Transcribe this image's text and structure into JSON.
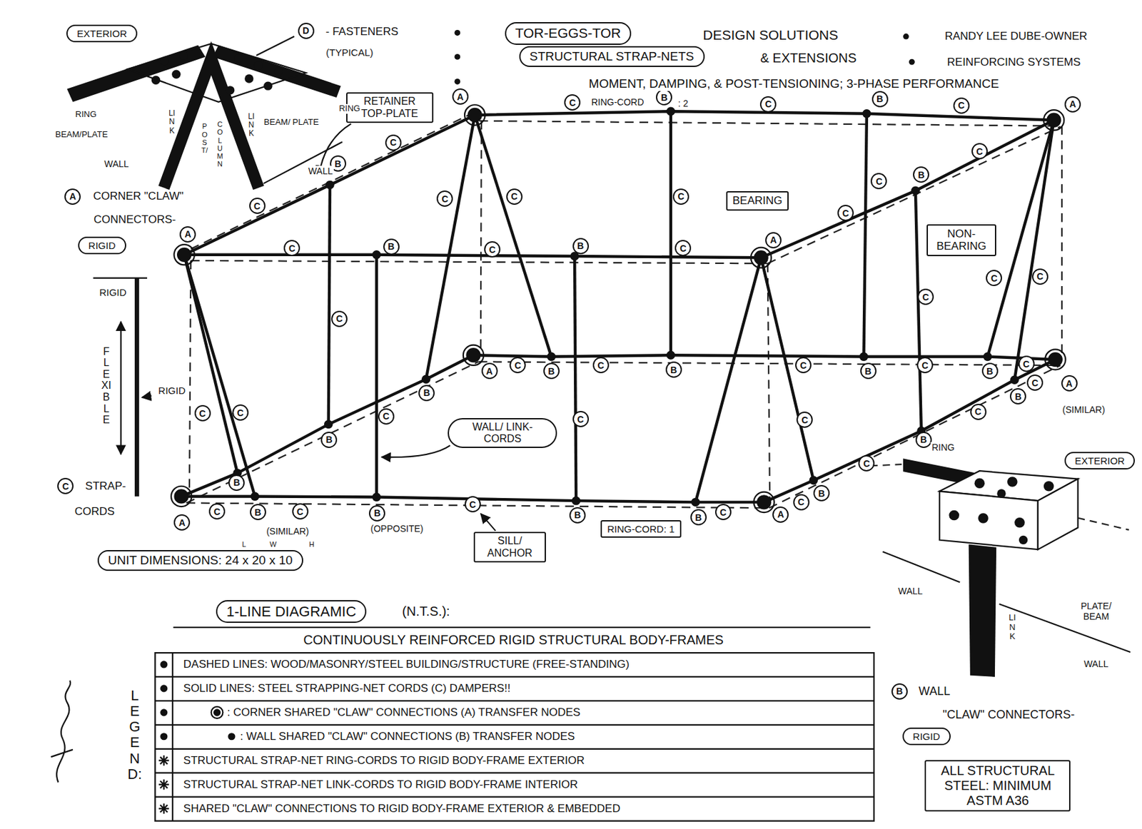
{
  "diagram": {
    "nodes": [
      {
        "text": [
          "EXTERIOR"
        ]
      },
      {
        "text": [
          "D"
        ]
      },
      {
        "text": [
          "TOR-EGGS-TOR"
        ]
      },
      {
        "text": [
          "STRUCTURAL STRAP-NETS"
        ]
      },
      {
        "text": [
          "A"
        ]
      },
      {
        "text": [
          "C"
        ]
      },
      {
        "text": [
          "B"
        ]
      },
      {
        "text": [
          "C"
        ]
      },
      {
        "text": [
          "B"
        ]
      },
      {
        "text": [
          "C"
        ]
      },
      {
        "text": [
          "A"
        ]
      },
      {
        "text": [
          "RETAINER TOP-PLATE"
        ]
      },
      {
        "text": [
          "C"
        ]
      },
      {
        "text": [
          "B"
        ]
      },
      {
        "text": [
          "C"
        ]
      },
      {
        "text": [
          "B"
        ]
      },
      {
        "text": [
          "C"
        ]
      },
      {
        "text": [
          "A"
        ]
      },
      {
        "text": [
          "C"
        ]
      },
      {
        "text": [
          "C"
        ]
      },
      {
        "text": [
          "C"
        ]
      },
      {
        "text": [
          "BEARING"
        ]
      },
      {
        "text": [
          "C"
        ]
      },
      {
        "text": [
          "C"
        ]
      },
      {
        "text": [
          "A"
        ]
      },
      {
        "text": [
          "NON- BEARING"
        ]
      },
      {
        "text": [
          "RIGID"
        ]
      },
      {
        "text": [
          "B"
        ]
      },
      {
        "text": [
          "B"
        ]
      },
      {
        "text": [
          "C"
        ]
      },
      {
        "text": [
          "C"
        ]
      },
      {
        "text": [
          "C"
        ]
      },
      {
        "text": [
          "A"
        ]
      },
      {
        "text": [
          "C"
        ]
      },
      {
        "text": [
          "C"
        ]
      },
      {
        "text": [
          "C"
        ]
      },
      {
        "text": [
          "C"
        ]
      },
      {
        "text": [
          "C"
        ]
      },
      {
        "text": [
          "C"
        ]
      },
      {
        "text": [
          "C"
        ]
      },
      {
        "text": [
          "C"
        ]
      },
      {
        "text": [
          "C"
        ]
      },
      {
        "text": [
          "A"
        ]
      },
      {
        "text": [
          "B"
        ]
      },
      {
        "text": [
          "B"
        ]
      },
      {
        "text": [
          "B"
        ]
      },
      {
        "text": [
          "B"
        ]
      },
      {
        "text": [
          "C"
        ]
      },
      {
        "text": [
          "A"
        ]
      },
      {
        "text": [
          "C"
        ]
      },
      {
        "text": [
          "B"
        ]
      },
      {
        "text": [
          "C"
        ]
      },
      {
        "text": [
          "C"
        ]
      },
      {
        "text": [
          "C"
        ]
      },
      {
        "text": [
          "C"
        ]
      },
      {
        "text": [
          "C"
        ]
      },
      {
        "text": [
          "B"
        ]
      },
      {
        "text": [
          "WALL/ LINK-CORDS"
        ]
      },
      {
        "text": [
          "B"
        ]
      },
      {
        "text": [
          "B"
        ]
      },
      {
        "text": [
          "C"
        ]
      },
      {
        "text": [
          "C"
        ]
      },
      {
        "text": [
          "B"
        ]
      },
      {
        "text": [
          "B"
        ]
      },
      {
        "text": [
          "C"
        ]
      },
      {
        "text": [
          "C"
        ]
      },
      {
        "text": [
          "C"
        ]
      },
      {
        "text": [
          "C"
        ]
      },
      {
        "text": [
          "C"
        ]
      },
      {
        "text": [
          "B"
        ]
      },
      {
        "text": [
          "B"
        ]
      },
      {
        "text": [
          "B"
        ]
      },
      {
        "text": [
          "B"
        ]
      },
      {
        "text": [
          "A"
        ]
      },
      {
        "text": [
          "A"
        ]
      },
      {
        "text": [
          "RING-CORD: 1"
        ]
      },
      {
        "text": [
          "SILL/ ANCHOR"
        ]
      },
      {
        "text": [
          "UNIT DIMENSIONS: 24 x 20 x 10"
        ]
      },
      {
        "text": [
          "EXTERIOR"
        ]
      },
      {
        "text": [
          "1-LINE DIAGRAMIC"
        ]
      },
      {
        "text": [
          "B"
        ]
      },
      {
        "text": [
          "RIGID"
        ]
      },
      {
        "text": [
          "ALL STRUCTURAL STEEL: MINIMUM ASTM A36"
        ]
      }
    ],
    "edges": [
      {
        "from": 76,
        "to": 65,
        "arrow": "to"
      }
    ],
    "labels": [
      "DESIGN SOLUTIONS",
      "RANDY LEE DUBE-OWNER",
      "- FASTENERS",
      "(TYPICAL)",
      "& EXTENSIONS",
      "REINFORCING SYSTEMS",
      "MOMENT, DAMPING, & POST-TENSIONING; 3-PHASE PERFORMANCE",
      "RING",
      "RING",
      "BEAM/PLATE",
      "BEAM/ PLATE",
      "WALL",
      "WALL",
      "LINK",
      "POST/",
      "COLUMN",
      "LINK",
      "RING-CORD",
      ": 2",
      "CORNER \"CLAW\"",
      "CONNECTORS-",
      "RIGID",
      "FLEXIBLE",
      "RIGID",
      "STRAP-",
      "CORDS",
      "(SIMILAR)",
      "(SIMILAR)",
      "(OPPOSITE)",
      "L",
      "W",
      "H",
      "RING",
      "WALL",
      "LINK",
      "PLATE/ BEAM",
      "WALL",
      "(N.T.S.):",
      "CONTINUOUSLY REINFORCED RIGID STRUCTURAL BODY-FRAMES",
      "LEGEND:",
      "WALL",
      "\"CLAW\" CONNECTORS-"
    ],
    "legend": [
      {
        "text": "DASHED LINES: WOOD/MASONRY/STEEL BUILDING/STRUCTURE (FREE-STANDING)"
      },
      {
        "text": "SOLID LINES: STEEL STRAPPING-NET CORDS (C) DAMPERS!!"
      },
      {
        "text": ": CORNER SHARED \"CLAW\" CONNECTIONS (A) TRANSFER NODES"
      },
      {
        "text": ": WALL SHARED \"CLAW\" CONNECTIONS (B) TRANSFER NODES"
      },
      {
        "text": "STRUCTURAL STRAP-NET RING-CORDS TO RIGID BODY-FRAME EXTERIOR"
      },
      {
        "text": "STRUCTURAL STRAP-NET LINK-CORDS TO RIGID BODY-FRAME INTERIOR"
      },
      {
        "text": "SHARED \"CLAW\" CONNECTIONS TO RIGID BODY-FRAME EXTERIOR & EMBEDDED"
      }
    ]
  }
}
